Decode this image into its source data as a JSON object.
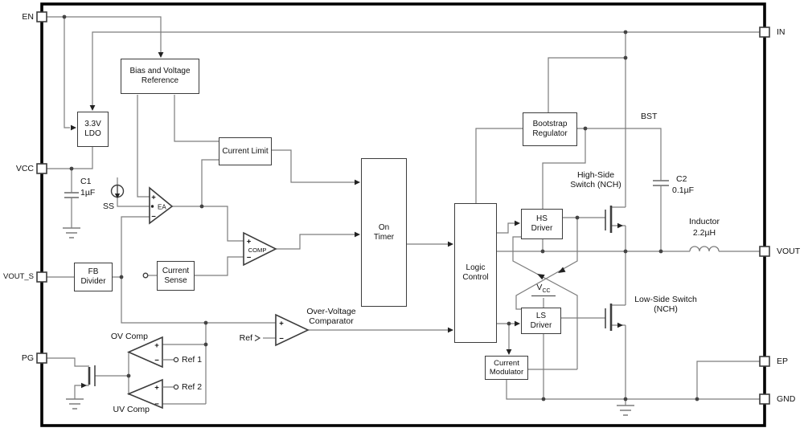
{
  "colors": {
    "wire": "#7d7d7d",
    "outline": "#3c3c3c",
    "text": "#111111",
    "frame": "#000000",
    "bg": "#ffffff"
  },
  "pins": {
    "en": "EN",
    "vcc": "VCC",
    "vout_s": "VOUT_S",
    "pg": "PG",
    "input": "IN",
    "vout": "VOUT",
    "ep": "EP",
    "gnd": "GND"
  },
  "blocks": {
    "bias": "Bias and Voltage Reference",
    "ldo": "3.3V LDO",
    "current_limit": "Current Limit",
    "fb_divider": "FB Divider",
    "current_sense": "Current Sense",
    "on_timer": "On Timer",
    "logic": "Logic Control",
    "bootstrap": "Bootstrap Regulator",
    "hs_driver": "HS Driver",
    "ls_driver": "LS Driver",
    "current_modulator": "Current Modulator"
  },
  "amplifiers": {
    "ea": "EA",
    "comp": "COMP"
  },
  "comparators": {
    "ov_main": "Over-Voltage Comparator",
    "ov": "OV Comp",
    "uv": "UV Comp"
  },
  "labels": {
    "ss": "SS",
    "c1": "C1",
    "c1_value": "1µF",
    "c2": "C2",
    "c2_value": "0.1µF",
    "bst": "BST",
    "hs_switch": "High-Side Switch (NCH)",
    "ls_switch": "Low-Side Switch (NCH)",
    "inductor": "Inductor",
    "inductor_value": "2.2µH",
    "ref": "Ref",
    "ref1": "Ref 1",
    "ref2": "Ref 2",
    "vcc_rail_base": "V",
    "vcc_rail_sub": "CC"
  },
  "symbols": {
    "plus": "+",
    "minus": "−"
  }
}
